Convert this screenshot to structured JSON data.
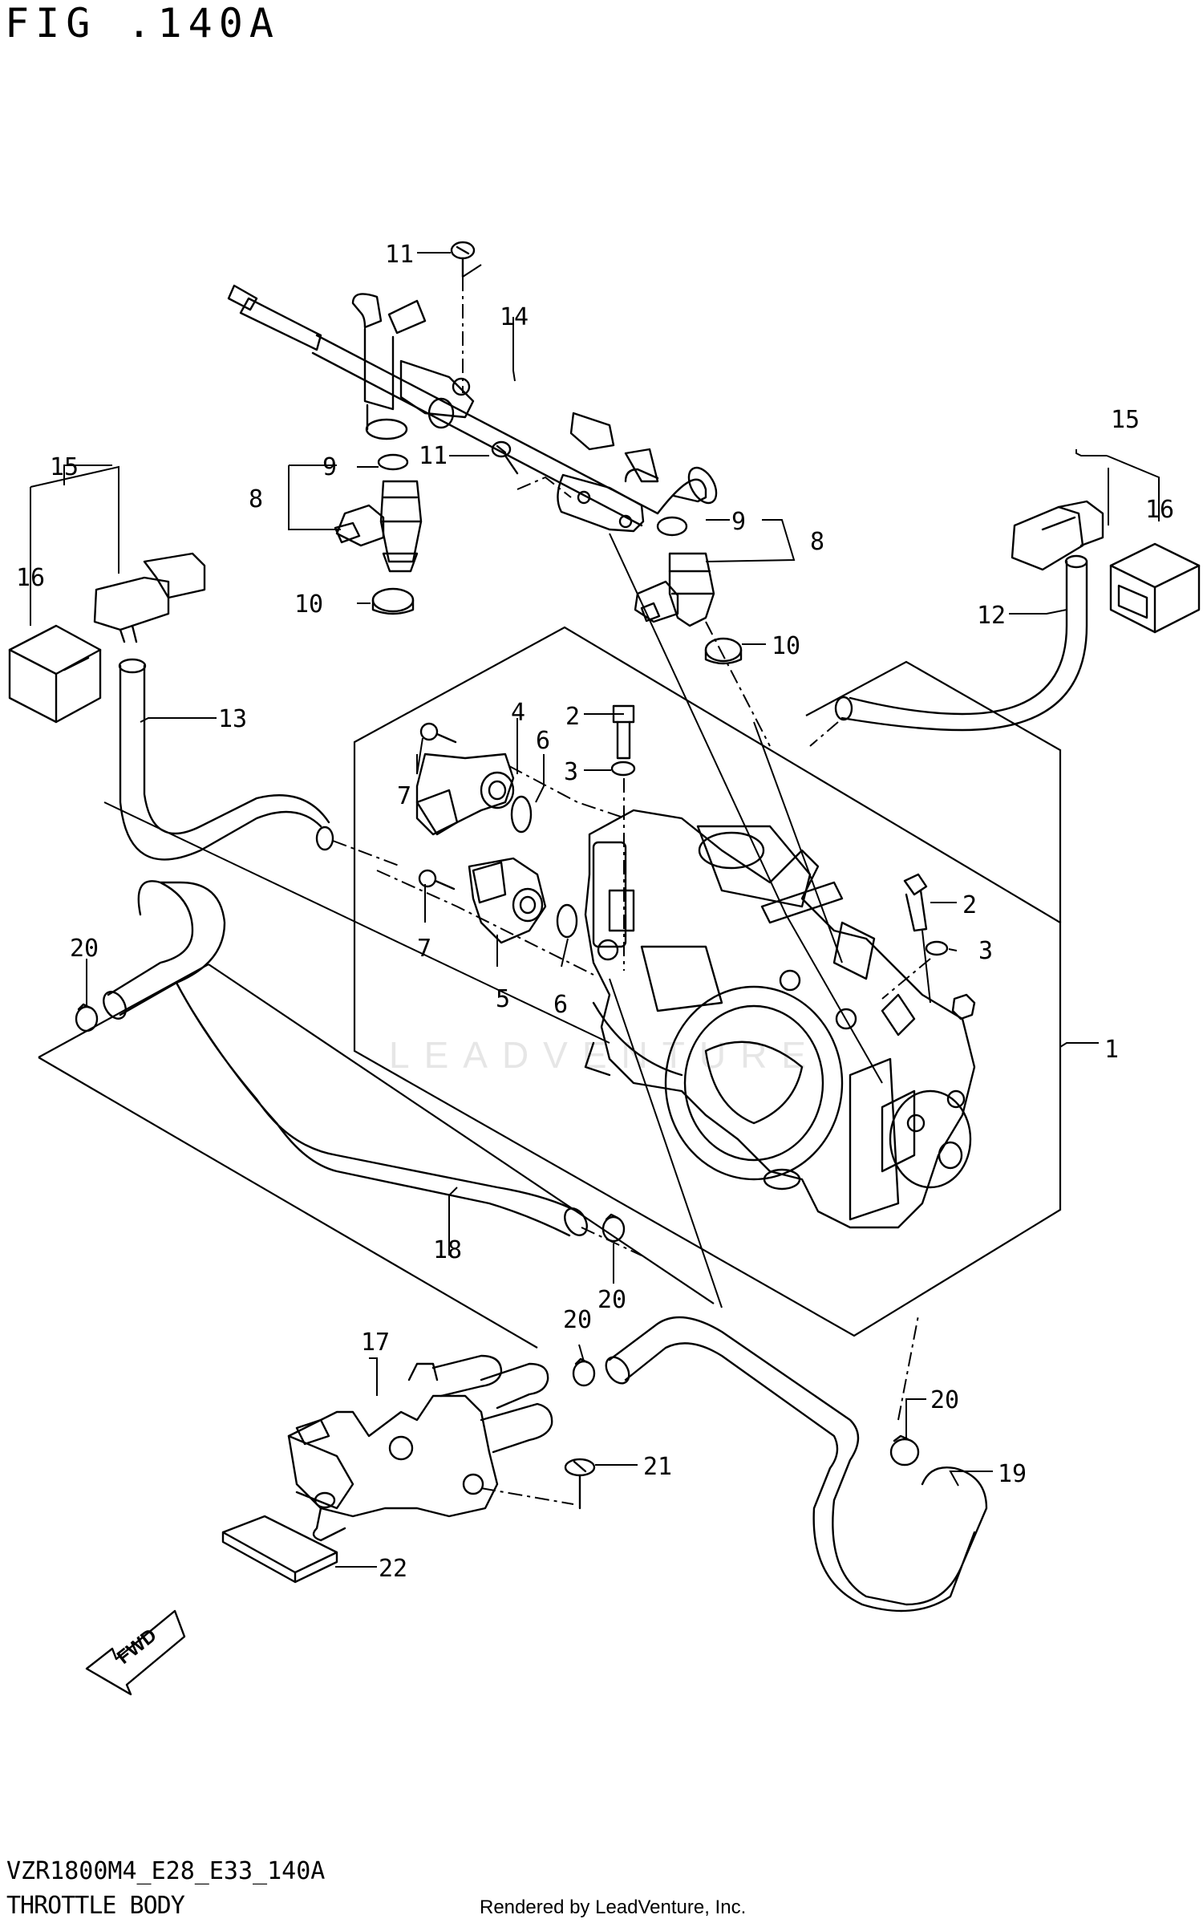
{
  "figure": {
    "title": "FIG .140A",
    "model_code": "VZR1800M4_E28_E33_140A",
    "section_name": "THROTTLE BODY",
    "rendered_by": "Rendered by LeadVenture, Inc.",
    "watermark": "LEADVENTURE",
    "fwd_label": "FWD"
  },
  "callouts": {
    "c1": "1",
    "c2a": "2",
    "c2b": "2",
    "c3a": "3",
    "c3b": "3",
    "c4": "4",
    "c5": "5",
    "c6a": "6",
    "c6b": "6",
    "c7a": "7",
    "c7b": "7",
    "c8a": "8",
    "c8b": "8",
    "c9a": "9",
    "c9b": "9",
    "c10a": "10",
    "c10b": "10",
    "c11a": "11",
    "c11b": "11",
    "c12": "12",
    "c13": "13",
    "c14": "14",
    "c15a": "15",
    "c15b": "15",
    "c16a": "16",
    "c16b": "16",
    "c17": "17",
    "c18": "18",
    "c19": "19",
    "c20a": "20",
    "c20b": "20",
    "c20c": "20",
    "c20d": "20",
    "c21": "21",
    "c22": "22"
  }
}
